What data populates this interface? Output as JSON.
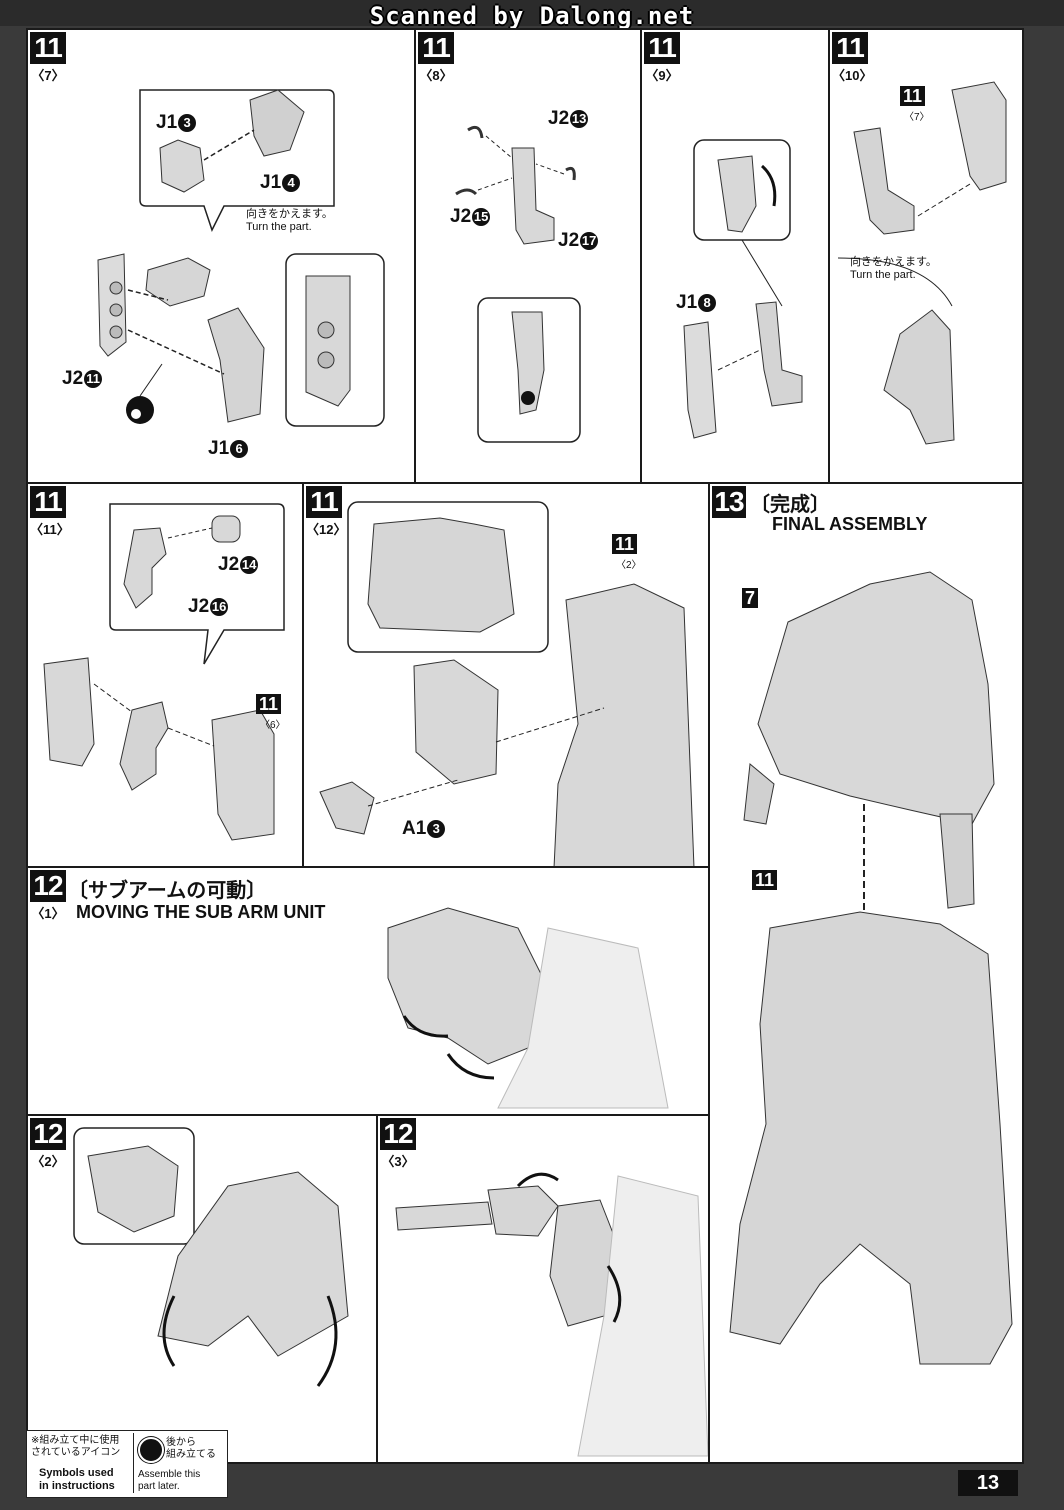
{
  "scan_banner": "Scanned by Dalong.net",
  "page_number": "13",
  "panels": {
    "p7": {
      "step": "11",
      "sub": "〈7〉",
      "labels": [
        "J1",
        "J1",
        "J2",
        "J1"
      ],
      "circles": [
        "3",
        "4",
        "11",
        "6"
      ],
      "note_jp": "向きをかえます。",
      "note_en": "Turn the part."
    },
    "p8": {
      "step": "11",
      "sub": "〈8〉",
      "labels": [
        "J2",
        "J2",
        "J2"
      ],
      "circles": [
        "13",
        "15",
        "17"
      ]
    },
    "p9": {
      "step": "11",
      "sub": "〈9〉",
      "labels": [
        "J1"
      ],
      "circles": [
        "8"
      ]
    },
    "p10": {
      "step": "11",
      "sub": "〈10〉",
      "ref_step": "11",
      "ref_sub": "〈7〉",
      "note_jp": "向きをかえます。",
      "note_en": "Turn the part."
    },
    "p11": {
      "step": "11",
      "sub": "〈11〉",
      "labels": [
        "J2",
        "J2"
      ],
      "circles": [
        "14",
        "16"
      ],
      "ref_step": "11",
      "ref_sub": "〈6〉"
    },
    "p12": {
      "step": "11",
      "sub": "〈12〉",
      "ref_step": "11",
      "ref_sub": "〈2〉",
      "labels": [
        "A1"
      ],
      "circles": [
        "3"
      ]
    },
    "p13": {
      "step": "13",
      "title_jp": "〔完成〕",
      "title_en": "FINAL ASSEMBLY",
      "ref_a": "7",
      "ref_b": "11"
    },
    "p12_1": {
      "step": "12",
      "sub": "〈1〉",
      "title_jp": "〔サブアームの可動〕",
      "title_en": "MOVING THE SUB ARM UNIT"
    },
    "p12_2": {
      "step": "12",
      "sub": "〈2〉"
    },
    "p12_3": {
      "step": "12",
      "sub": "〈3〉"
    }
  },
  "legend": {
    "jp": "※組み立て中に使用\nされているアイコン",
    "en": "Symbols used\nin instructions",
    "icon_jp": "後から\n組み立てる",
    "icon_en": "Assemble this\npart later."
  }
}
